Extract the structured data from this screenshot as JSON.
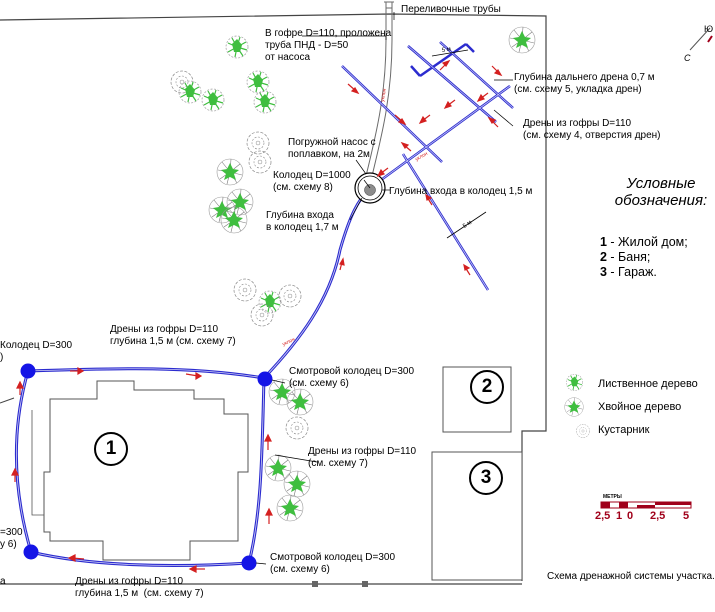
{
  "labels": {
    "overflow_pipes": "Переливочные трубы",
    "corrugation_pipe": "В гофре D=110, проложена\nтруба ПНД - D=50\nот насоса",
    "far_drain_depth": "Глубина дальнего дрена 0,7 м\n(см. схему 5, укладка дрен)",
    "corrugated_drains_top": "Дрены из гофры D=110\n(см. схему 4, отверстия дрен)",
    "pump": "Погружной насос с\nпоплавком, на 2м",
    "well_1000": "Колодец D=1000\n(см. схему 8)",
    "inlet_15": "Глубина входа в колодец 1,5 м",
    "inlet_17": "Глубина входа\nв колодец 1,7 м",
    "drains_north": "Дрены из гофры D=110\nглубина 1,5 м (см. схему 7)",
    "well_nw": "Колодец D=300\n)",
    "inspection_ne": "Смотровой колодец D=300\n(см. схему 6)",
    "drains_east": "Дрены из гофры D=110\n(см. схему 7)",
    "inspection_se": "Смотровой колодец D=300\n(см. схему 6)",
    "well_sw": "=300\nу 6)",
    "sw_fragment": "а",
    "drains_south": "Дрены из гофры D=110\nглубина 1,5 м  (см. схему 7)",
    "dim_5m": "5 м",
    "pipe_slope": "уклон"
  },
  "compass": {
    "north": "Ю",
    "south": "С"
  },
  "legend": {
    "title": "Условные\nобозначения:",
    "items": [
      {
        "num": "1",
        "text": " - Жилой дом;"
      },
      {
        "num": "2",
        "text": " - Баня;"
      },
      {
        "num": "3",
        "text": " - Гараж."
      }
    ],
    "symbols": [
      {
        "icon": "deciduous-tree-icon",
        "text": "Лиственное дерево"
      },
      {
        "icon": "conifer-tree-icon",
        "text": "Хвойное дерево"
      },
      {
        "icon": "shrub-icon",
        "text": "Кустарник"
      }
    ]
  },
  "buildings": {
    "house": "1",
    "bathhouse": "2",
    "garage": "3"
  },
  "scale": {
    "unit": "МЕТРЫ",
    "ticks": [
      "2,5",
      "1",
      "0",
      "2,5",
      "5"
    ]
  },
  "caption": "Схема дренажной системы участка.",
  "colors": {
    "drain": "#2c2ccf",
    "well": "#1414e6",
    "flow_arrow": "#d42020",
    "tree_green": "#3fbe3f",
    "scale_red": "#a0001a"
  }
}
